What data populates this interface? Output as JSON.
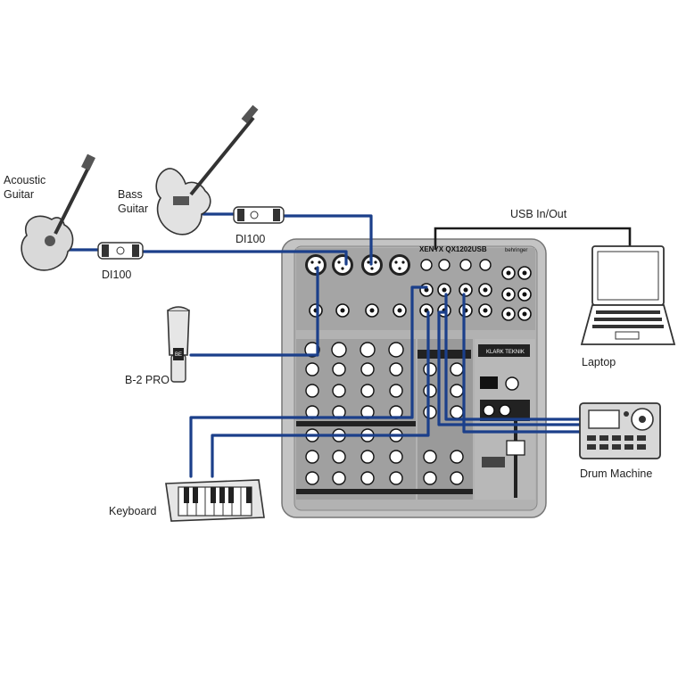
{
  "labels": {
    "acoustic_guitar": [
      "Acoustic",
      "Guitar"
    ],
    "bass_guitar": [
      "Bass",
      "Guitar"
    ],
    "di100_bass": "DI100",
    "di100_acoustic": "DI100",
    "mic": "B-2 PRO",
    "keyboard": "Keyboard",
    "usb": "USB In/Out",
    "laptop": "Laptop",
    "drum_machine": "Drum Machine"
  },
  "mixer": {
    "model": "XENYX QX1202USB",
    "brand": "behringer",
    "fx_brand": "KLARK TEKNIK"
  },
  "mic_brand": "BE",
  "colors": {
    "cable": "#1b3f8a",
    "mixer_body": "#c8c8c8",
    "mixer_panel": "#a9a9a9",
    "device_dark": "#3c3c3c"
  }
}
